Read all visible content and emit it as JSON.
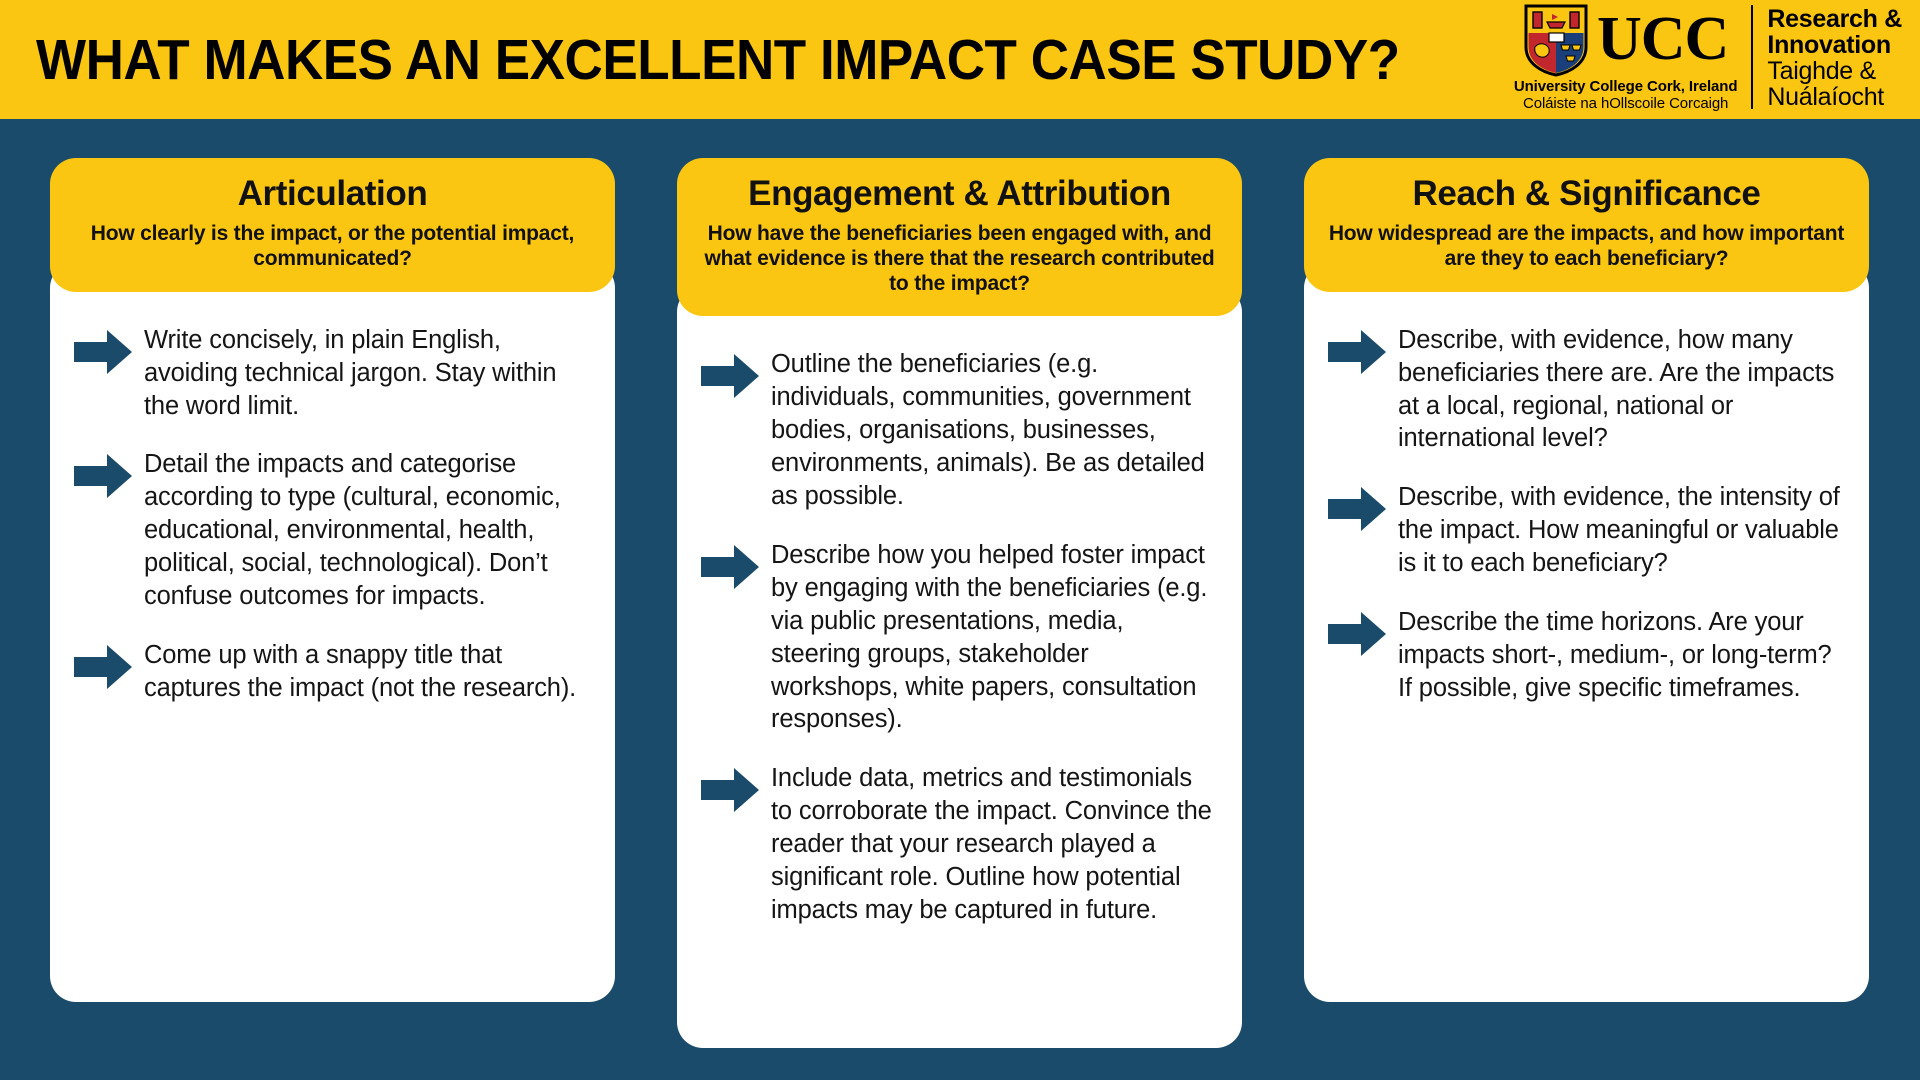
{
  "header": {
    "title": "WHAT MAKES AN EXCELLENT IMPACT CASE STUDY?",
    "background_color": "#FBC611",
    "text_color": "#000000",
    "logo": {
      "crest_icon": "ucc-crest-icon",
      "wordmark": "UCC",
      "institution_en": "University College Cork, Ireland",
      "institution_ga": "Coláiste na hOllscoile Corcaigh",
      "unit_en_line1": "Research &",
      "unit_en_line2": "Innovation",
      "unit_ga_line1": "Taighde &",
      "unit_ga_line2": "Nuálaíocht"
    }
  },
  "theme": {
    "page_background": "#1B4B6B",
    "accent_yellow": "#FBC611",
    "card_background": "#FFFFFF",
    "arrow_color": "#1B4B6B"
  },
  "cards": [
    {
      "title": "Articulation",
      "subtitle": "How clearly is the impact, or the potential impact, communicated?",
      "bullets": [
        "Write concisely, in plain English, avoiding technical jargon. Stay within the word limit.",
        "Detail the impacts and categorise according to type (cultural, economic, educational, environmental, health, political, social, technological). Don’t confuse outcomes for impacts.",
        "Come up with a snappy title that captures the impact (not the research)."
      ]
    },
    {
      "title": "Engagement & Attribution",
      "subtitle": "How have the beneficiaries been engaged with, and what evidence is there that the research contributed to the impact?",
      "bullets": [
        "Outline the beneficiaries (e.g. individuals, communities, government bodies, organisations, businesses, environments, animals). Be as detailed as possible.",
        "Describe how you helped foster impact by engaging with the beneficiaries (e.g. via public presentations, media, steering groups, stakeholder workshops, white papers, consultation responses).",
        "Include data, metrics and testimonials to corroborate the impact. Convince the reader that your research played a significant role. Outline how potential impacts may be captured in future."
      ]
    },
    {
      "title": "Reach & Significance",
      "subtitle": "How widespread are the impacts, and how important are they to each beneficiary?",
      "bullets": [
        "Describe, with evidence, how many beneficiaries there are. Are the impacts at a local, regional, national or international level?",
        "Describe, with evidence, the intensity of the impact. How meaningful or valuable is it to each beneficiary?",
        "Describe the time horizons. Are your impacts short-, medium-, or long-term? If possible, give specific timeframes."
      ]
    }
  ]
}
